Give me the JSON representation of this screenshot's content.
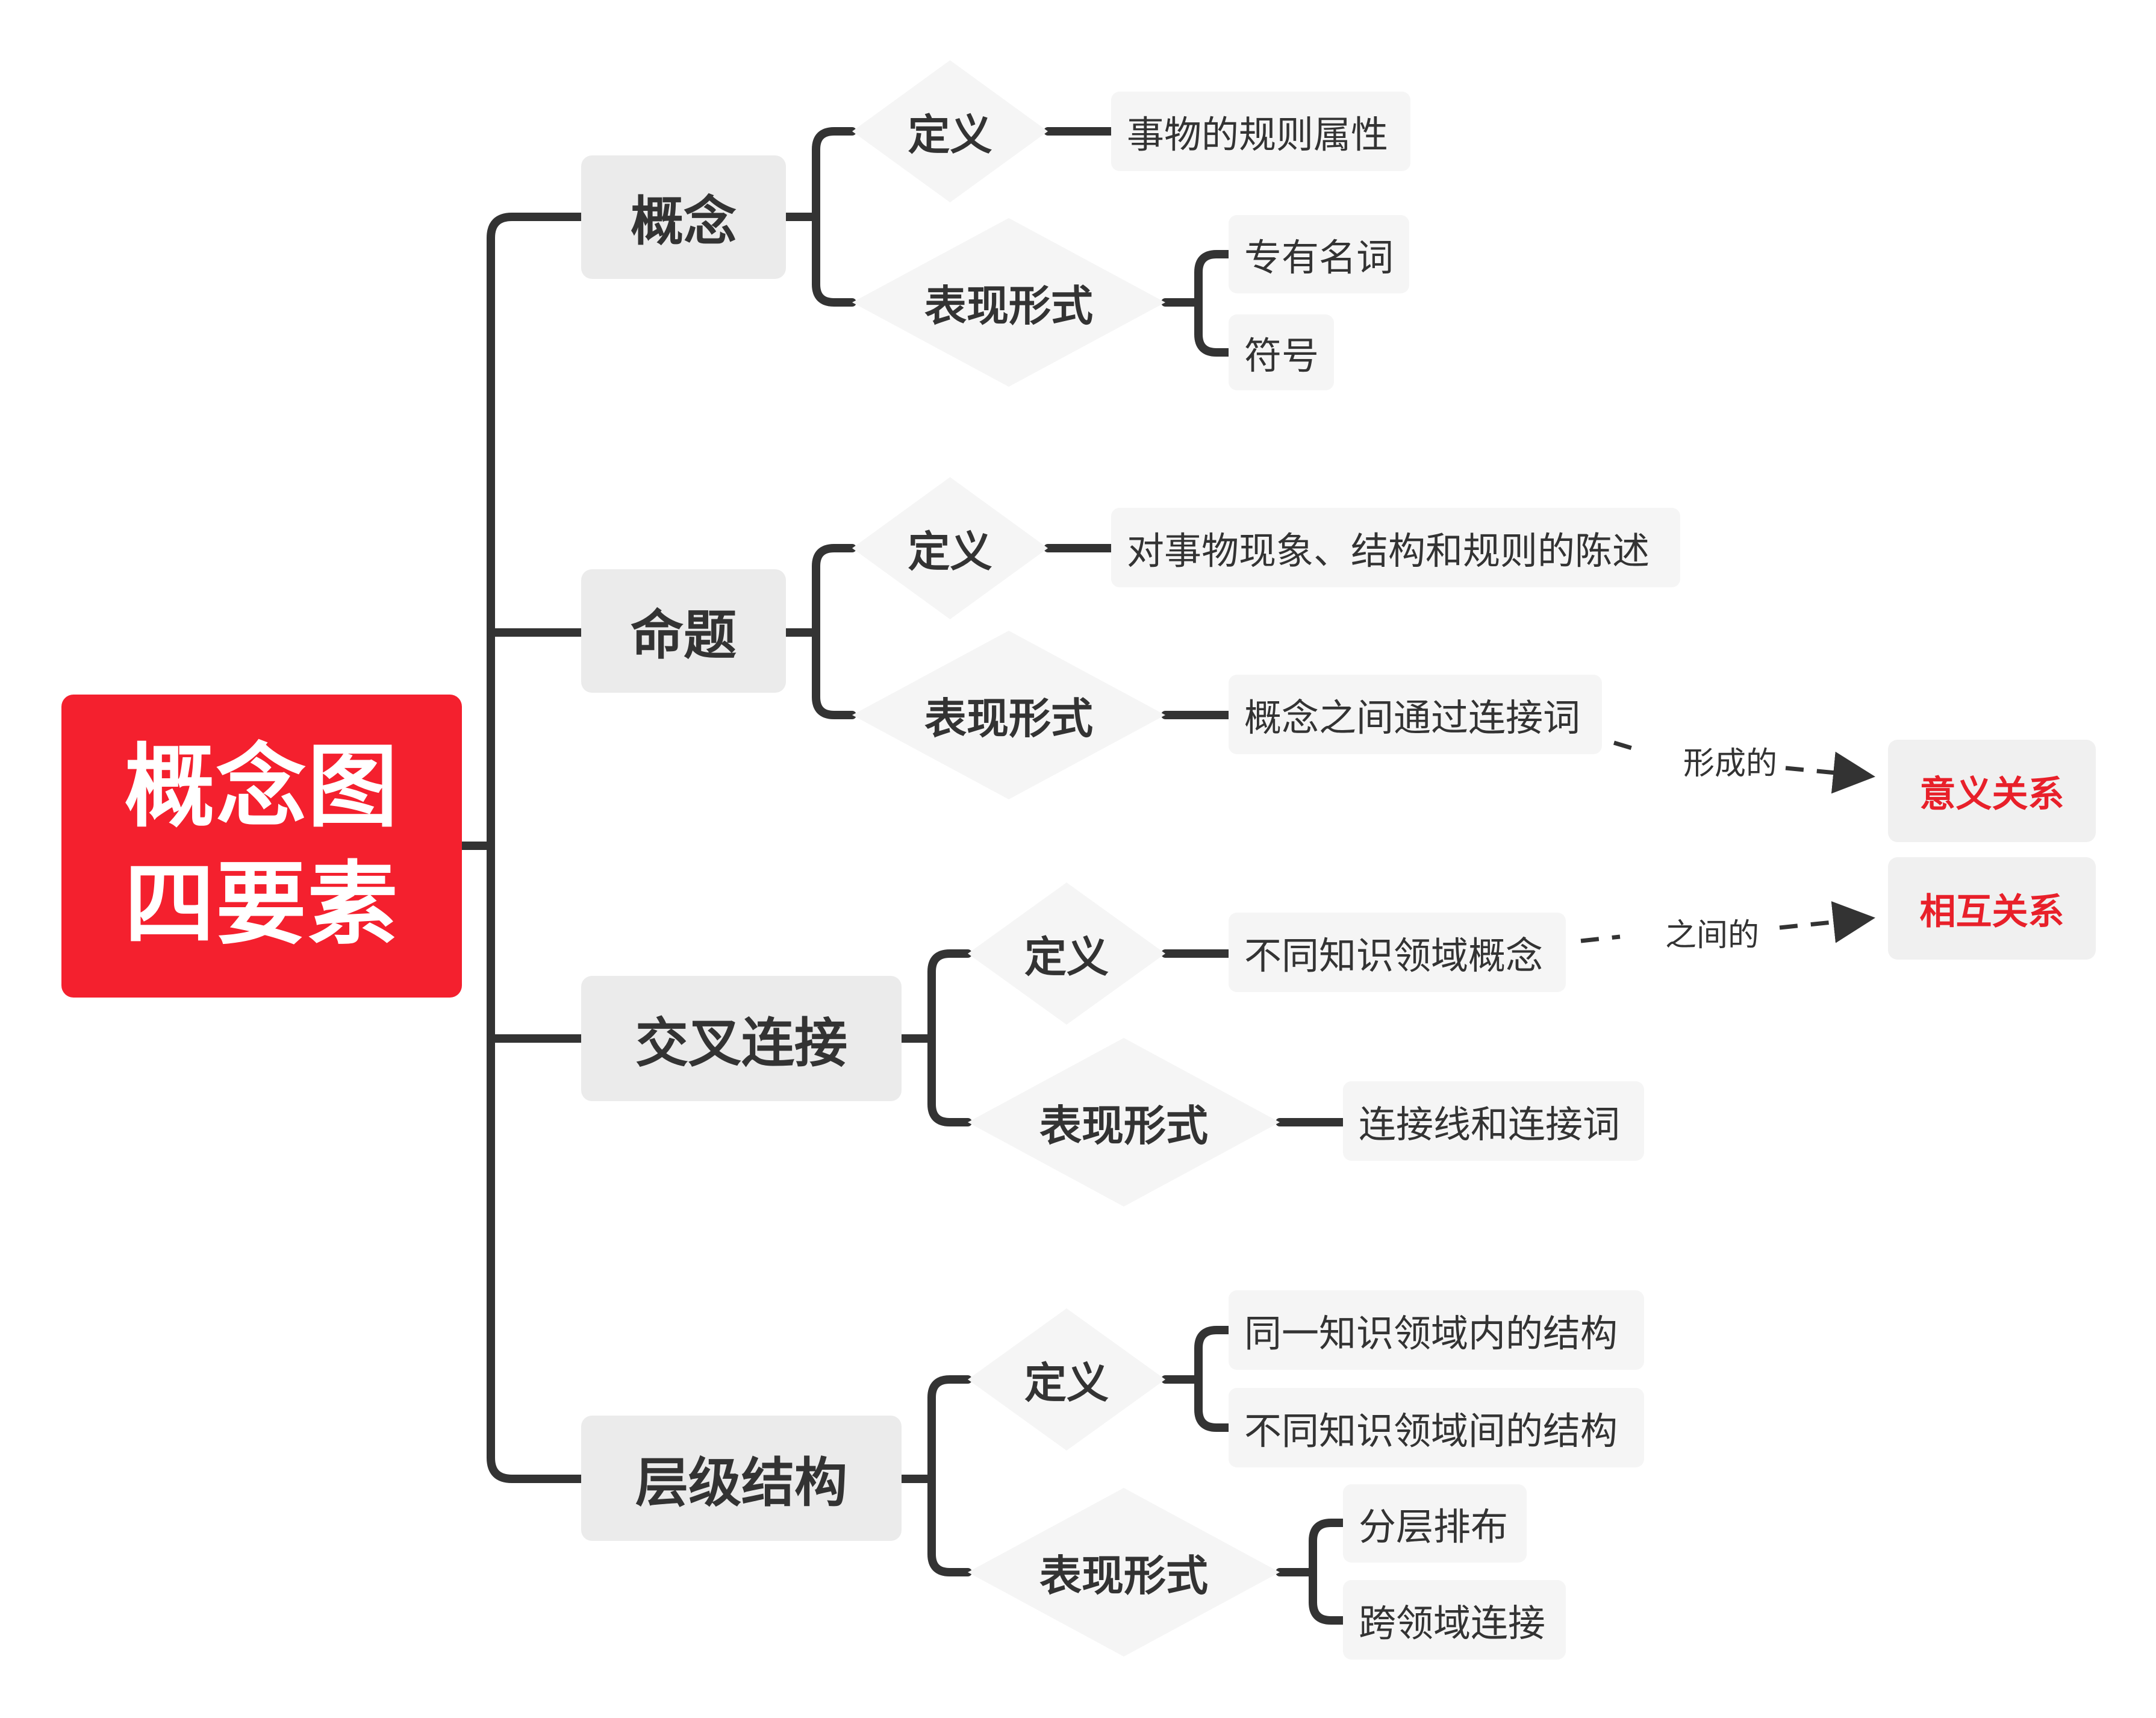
{
  "root": {
    "line1": "概念图",
    "line2": "四要素"
  },
  "branches": [
    {
      "title": "概念",
      "definition": {
        "label": "定义",
        "items": [
          "事物的规则属性"
        ]
      },
      "form": {
        "label": "表现形式",
        "items": [
          "专有名词",
          "符号"
        ]
      }
    },
    {
      "title": "命题",
      "definition": {
        "label": "定义",
        "items": [
          "对事物现象、结构和规则的陈述"
        ]
      },
      "form": {
        "label": "表现形式",
        "items": [
          "概念之间通过连接词"
        ]
      }
    },
    {
      "title": "交叉连接",
      "definition": {
        "label": "定义",
        "items": [
          "不同知识领域概念"
        ]
      },
      "form": {
        "label": "表现形式",
        "items": [
          "连接线和连接词"
        ]
      }
    },
    {
      "title": "层级结构",
      "definition": {
        "label": "定义",
        "items": [
          "同一知识领域内的结构",
          "不同知识领域间的结构"
        ]
      },
      "form": {
        "label": "表现形式",
        "items": [
          "分层排布",
          "跨领域连接"
        ]
      }
    }
  ],
  "relations": [
    {
      "edge_label": "形成的",
      "target": "意义关系"
    },
    {
      "edge_label": "之间的",
      "target": "相互关系"
    }
  ],
  "colors": {
    "root": "#f4202e",
    "relation_text": "#e8202a",
    "line": "#333333"
  }
}
